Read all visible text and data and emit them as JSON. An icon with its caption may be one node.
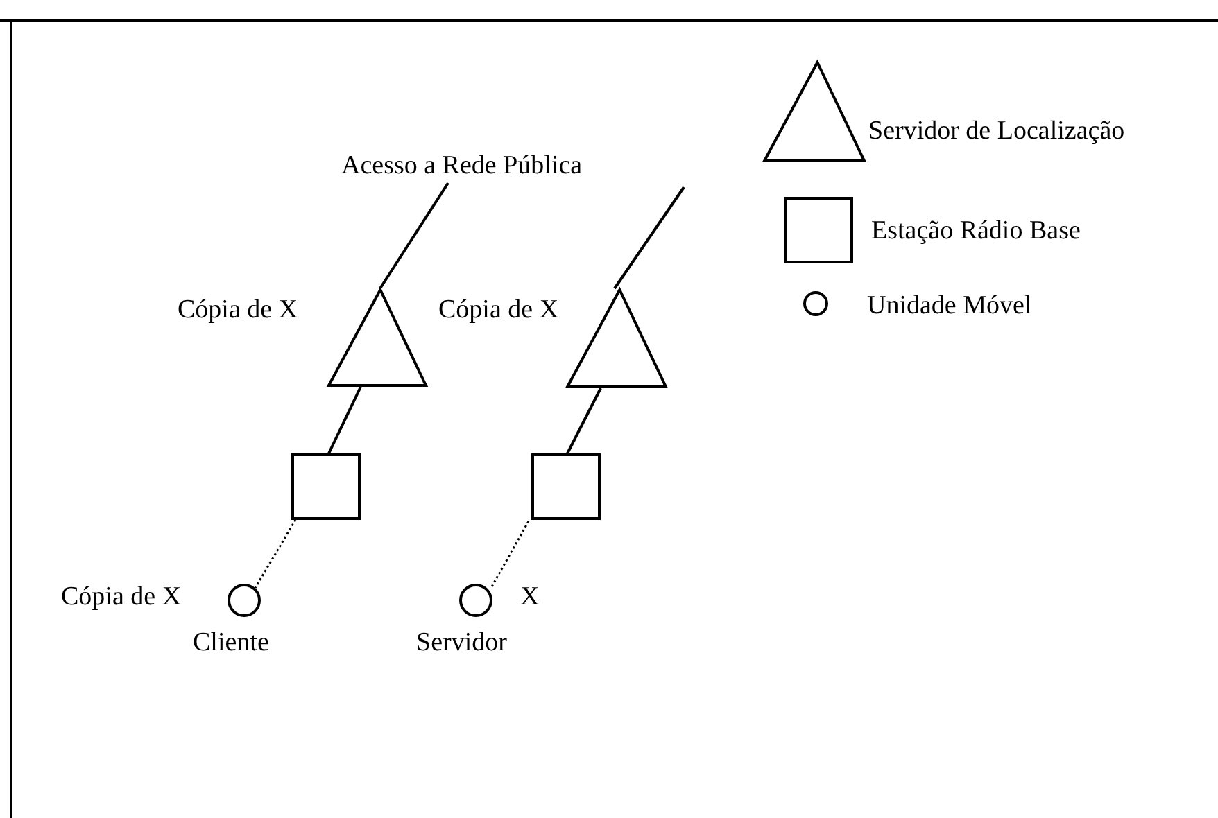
{
  "diagram": {
    "nodes": [
      {
        "text": [
          "Acesso a Rede Pública"
        ]
      },
      {
        "text": [],
        "shape": "triangle",
        "beside": [
          "Cópia de X"
        ]
      },
      {
        "text": [],
        "shape": "triangle",
        "beside": [
          "Cópia de X"
        ]
      },
      {
        "text": [],
        "shape": "box"
      },
      {
        "text": [],
        "shape": "box"
      },
      {
        "text": [],
        "shape": "circle",
        "beside": [
          "Cópia de X",
          "Cliente"
        ]
      },
      {
        "text": [],
        "shape": "circle",
        "beside": [
          "X",
          "Servidor"
        ]
      }
    ],
    "edges": [
      {
        "from": 0,
        "to": 1,
        "arrow": "none"
      },
      {
        "from": null,
        "to": 2,
        "arrow": "none"
      },
      {
        "from": 1,
        "to": 3,
        "arrow": "none"
      },
      {
        "from": 2,
        "to": 4,
        "arrow": "none"
      },
      {
        "from": 3,
        "to": 5,
        "arrow": "none",
        "style": "dashed"
      },
      {
        "from": 4,
        "to": 6,
        "arrow": "none",
        "style": "dashed"
      }
    ],
    "legend": [
      {
        "text": "Servidor de Localização"
      },
      {
        "text": "Estação Rádio Base"
      },
      {
        "text": "Unidade Móvel"
      }
    ]
  }
}
